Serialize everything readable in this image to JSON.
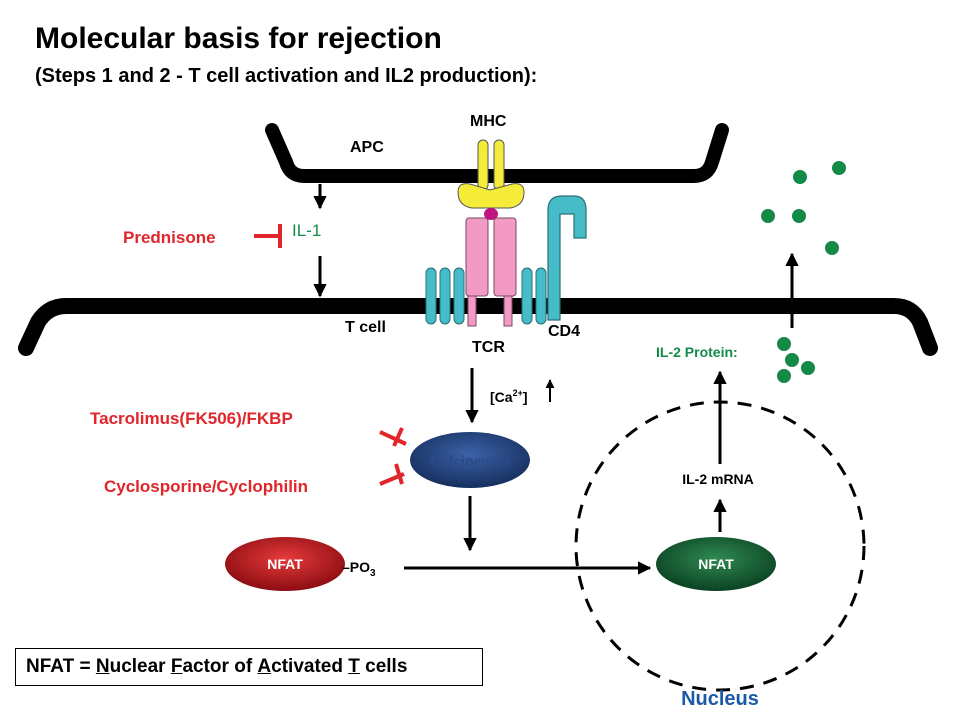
{
  "title": "Molecular basis for rejection",
  "subtitle": "(Steps 1 and 2 - T cell activation and IL2 production):",
  "labels": {
    "apc": "APC",
    "mhc": "MHC",
    "t_cell": "T cell",
    "tcr": "TCR",
    "cd4": "CD4",
    "il1": "IL-1",
    "prednisone": "Prednisone",
    "tacrolimus": "Tacrolimus(FK506)/FKBP",
    "cyclosporine": "Cyclosporine/Cyclophilin",
    "calcineurin": "Calcineurin",
    "ca_base": "[Ca",
    "ca_sup": "2+",
    "ca_close": "]",
    "nfat_left": "NFAT",
    "po3_base": "PO",
    "po3_sub": "3",
    "nfat_right": "NFAT",
    "il2_mrna": "IL-2 mRNA",
    "il2_protein": "IL-2 Protein:",
    "nucleus": "Nucleus"
  },
  "footnote": {
    "prefix": "NFAT = ",
    "parts": [
      {
        "u": "N",
        "rest": "uclear "
      },
      {
        "u": "F",
        "rest": "actor of "
      },
      {
        "u": "A",
        "rest": "ctivated "
      },
      {
        "u": "T",
        "rest": " cells"
      }
    ]
  },
  "colors": {
    "drug_red": "#e0252b",
    "green": "#138a47",
    "nfat_red": "#b0111a",
    "nfat_green": "#0f5a2f",
    "calcineurin": "#1e3d78",
    "tcr_pink": "#f29ac4",
    "cd4_teal": "#45bcc8",
    "mhc_yellow": "#f5ec3a",
    "peptide_magenta": "#c01480"
  }
}
